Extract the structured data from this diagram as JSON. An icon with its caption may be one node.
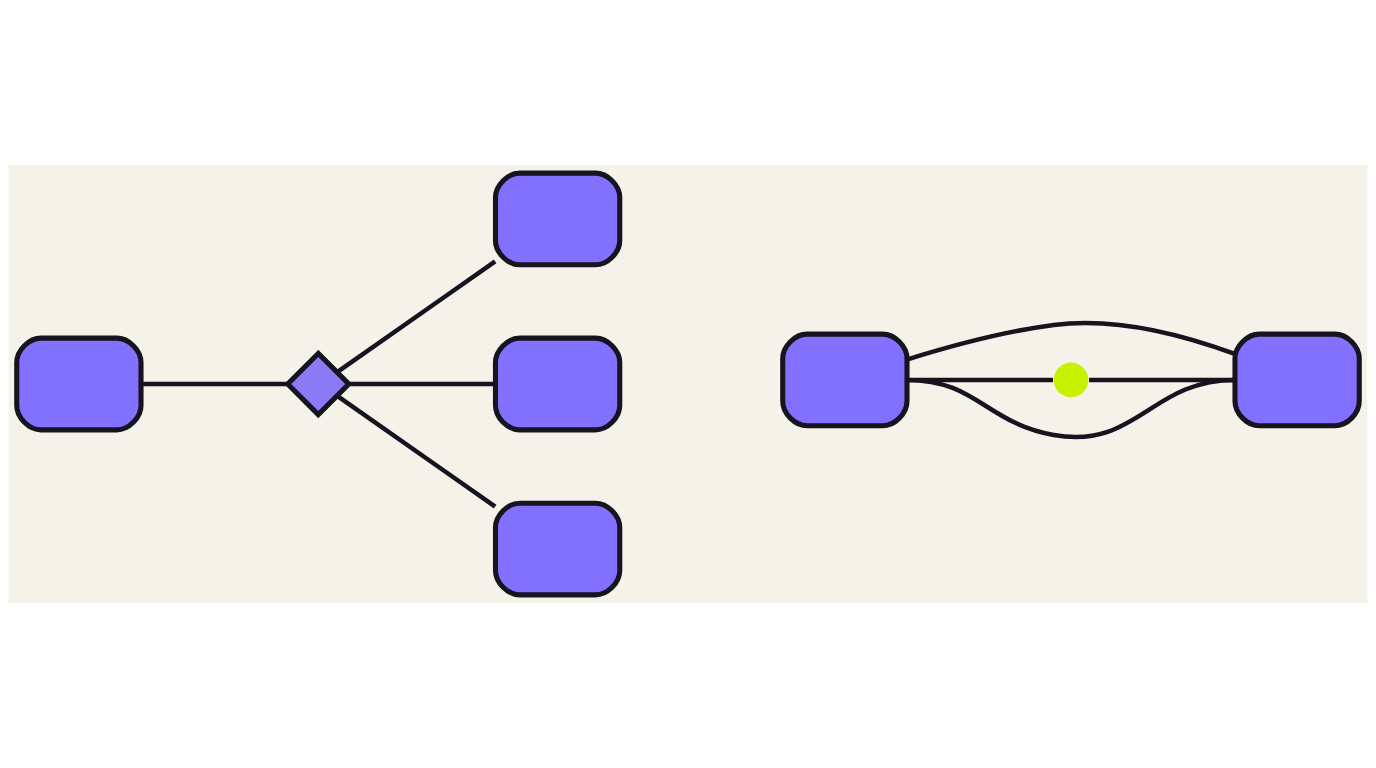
{
  "diagram": {
    "nodes": [
      {
        "text": [],
        "shape": "box"
      },
      {
        "text": [],
        "shape": "diamond"
      },
      {
        "text": [],
        "shape": "box"
      },
      {
        "text": [],
        "shape": "box"
      },
      {
        "text": [],
        "shape": "box"
      },
      {
        "text": [],
        "shape": "box"
      },
      {
        "text": [],
        "shape": "box"
      },
      {
        "text": [],
        "shape": "circle"
      }
    ],
    "edges": [
      {
        "from": 0,
        "to": 1,
        "arrow": "none"
      },
      {
        "from": 1,
        "to": 2,
        "arrow": "none"
      },
      {
        "from": 1,
        "to": 3,
        "arrow": "none"
      },
      {
        "from": 1,
        "to": 4,
        "arrow": "none"
      },
      {
        "from": 5,
        "to": 6,
        "arrow": "none"
      },
      {
        "from": 5,
        "to": 7,
        "arrow": "none"
      },
      {
        "from": 7,
        "to": 6,
        "arrow": "none"
      },
      {
        "from": 5,
        "to": 6,
        "arrow": "none"
      }
    ]
  }
}
